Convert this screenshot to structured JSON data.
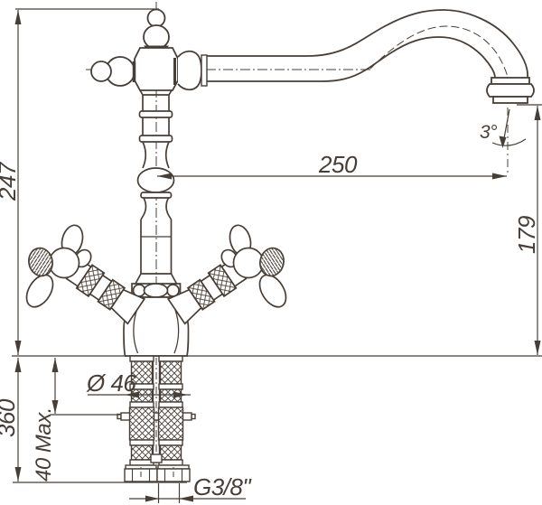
{
  "meta": {
    "type": "technical-dimensional-drawing",
    "subject": "Classic two-handle monobloc kitchen faucet with swan-neck spout, side view with installation dimensions"
  },
  "colors": {
    "background": "#ffffff",
    "ink": "#473f37"
  },
  "dimensions": {
    "total_height": "247",
    "spout_reach": "250",
    "outlet_height": "179",
    "stream_angle": "3°",
    "below_deck_length": "360",
    "deck_thickness": "40 Max.",
    "base_diameter": "Ø 46",
    "thread_size": "G3/8\""
  }
}
